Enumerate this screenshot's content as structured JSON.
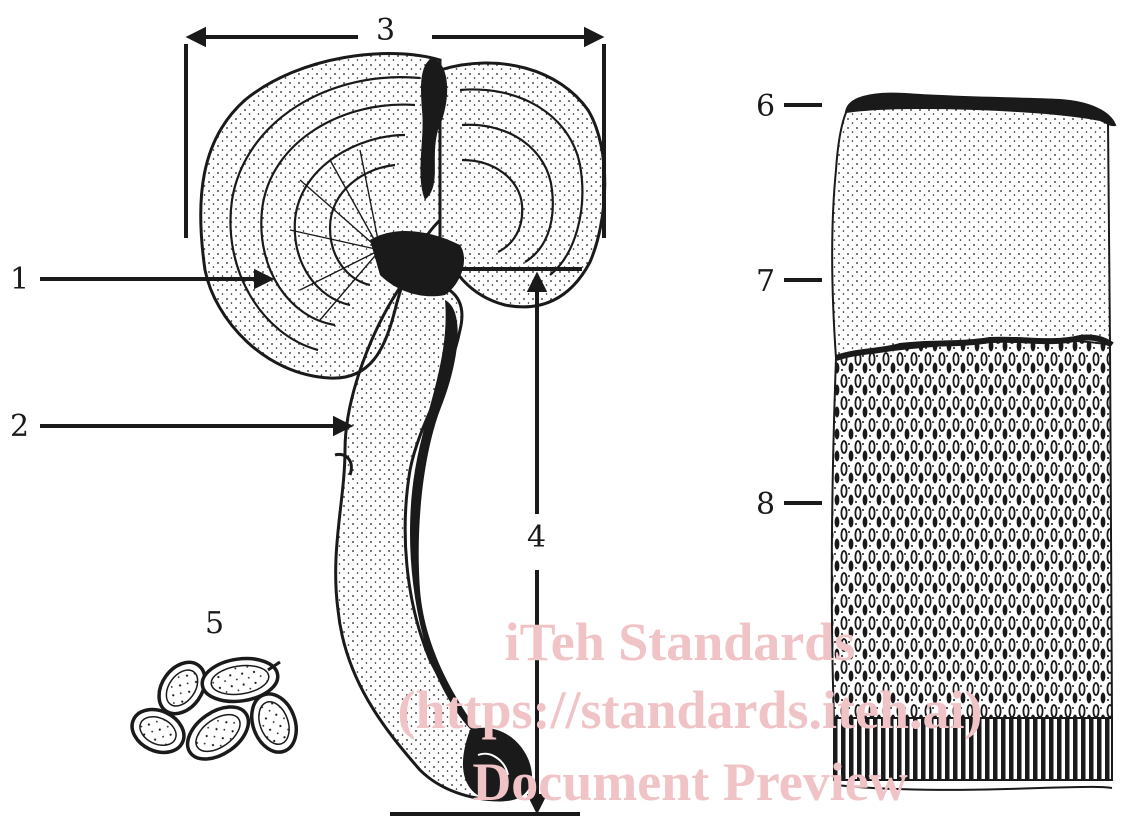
{
  "labels": {
    "l1": "1",
    "l2": "2",
    "l3": "3",
    "l4": "4",
    "l5": "5",
    "l6": "6",
    "l7": "7",
    "l8": "8"
  },
  "watermark": {
    "line1": "iTeh Standards",
    "line2": "(https://standards.iteh.ai)",
    "line3": "Document Preview"
  },
  "colors": {
    "ink": "#1a1a1a",
    "watermark": "#f0c3c6",
    "background": "#ffffff"
  }
}
